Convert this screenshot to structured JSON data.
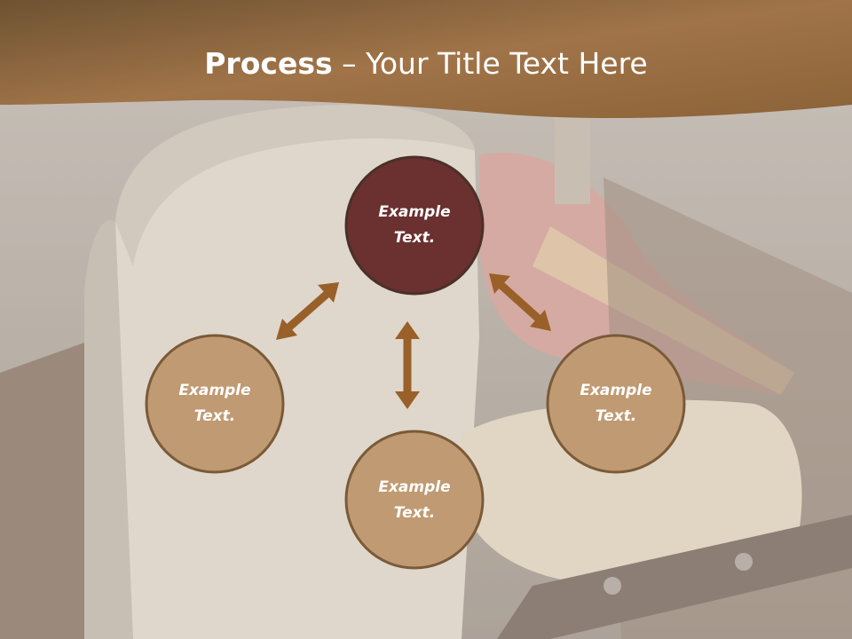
{
  "slide": {
    "title_bold": "Process",
    "title_rest": " – Your Title Text Here"
  },
  "diagram": {
    "nodes": [
      {
        "id": "top",
        "line1": "Example",
        "line2": "Text.",
        "fill": "#6b3030",
        "highlighted": true
      },
      {
        "id": "left",
        "line1": "Example",
        "line2": "Text.",
        "fill": "#c09a72",
        "highlighted": false
      },
      {
        "id": "right",
        "line1": "Example",
        "line2": "Text.",
        "fill": "#c09a72",
        "highlighted": false
      },
      {
        "id": "bottom",
        "line1": "Example",
        "line2": "Text.",
        "fill": "#c09a72",
        "highlighted": false
      }
    ],
    "arrows": [
      {
        "from": "top",
        "to": "left"
      },
      {
        "from": "top",
        "to": "right"
      },
      {
        "from": "top",
        "to": "bottom"
      }
    ],
    "arrow_color": "#99602a",
    "circle_border_color": "#7a5a38"
  },
  "theme": {
    "header_band_color": "#a87d4e",
    "background_description_icon": "cheese-wine-photo"
  }
}
